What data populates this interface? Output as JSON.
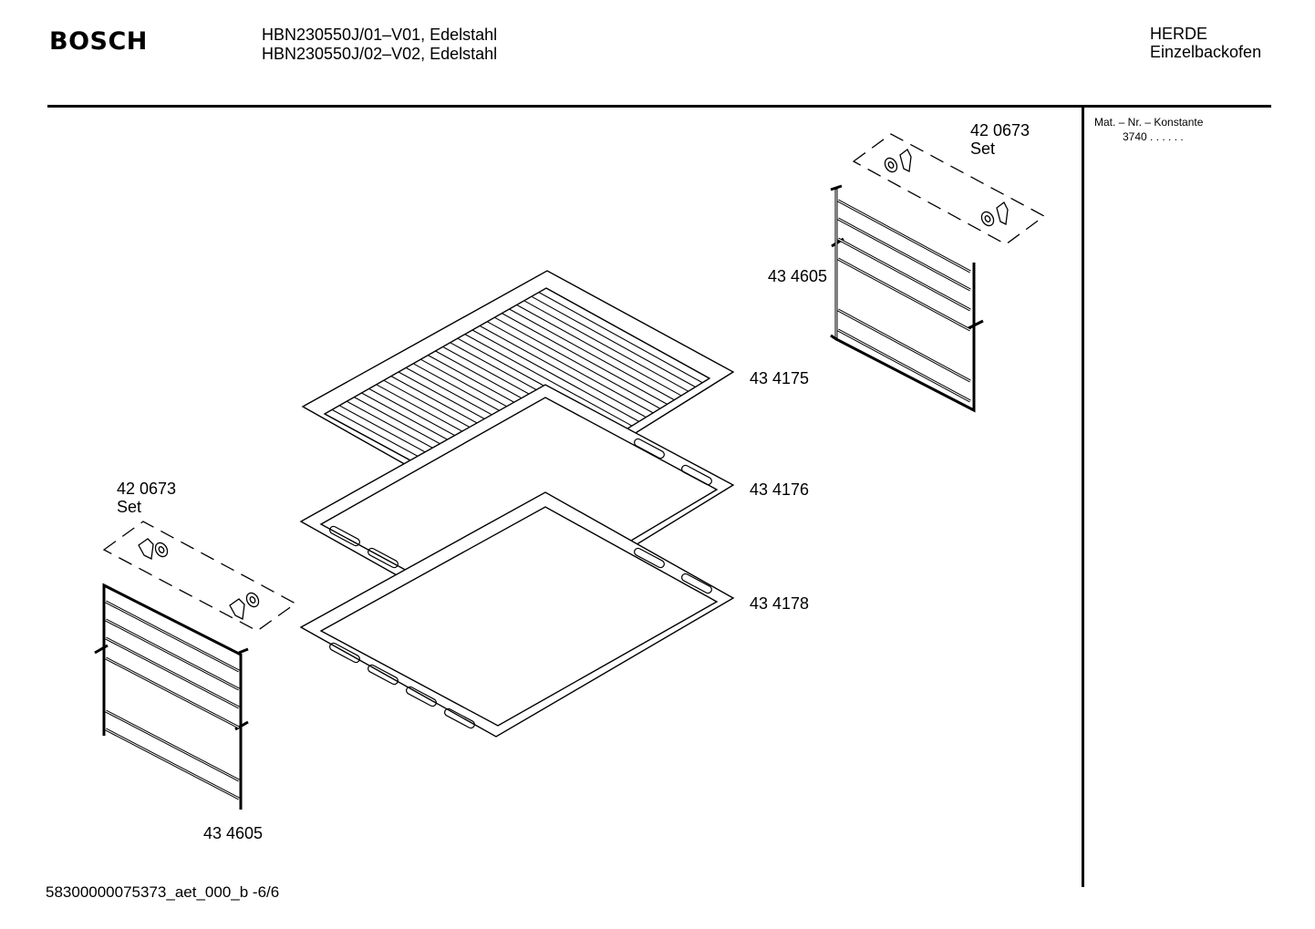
{
  "header": {
    "brand": "BOSCH",
    "models": [
      "HBN230550J/01–V01, Edelstahl",
      "HBN230550J/02–V02, Edelstahl"
    ],
    "category": "HERDE",
    "subcategory": "Einzelbackofen"
  },
  "side_panel": {
    "label": "Mat. – Nr. – Konstante",
    "value": "3740 . . . . . ."
  },
  "parts": {
    "set_top_number": "42 0673",
    "set_top_label": "Set",
    "rail_right": "43 4605",
    "grid_shelf": "43 4175",
    "baking_tray": "43 4176",
    "deep_tray": "43 4178",
    "set_left_number": "42 0673",
    "set_left_label": "Set",
    "rail_left": "43 4605"
  },
  "footer": {
    "document_id": "58300000075373_aet_000_b -6/6"
  }
}
